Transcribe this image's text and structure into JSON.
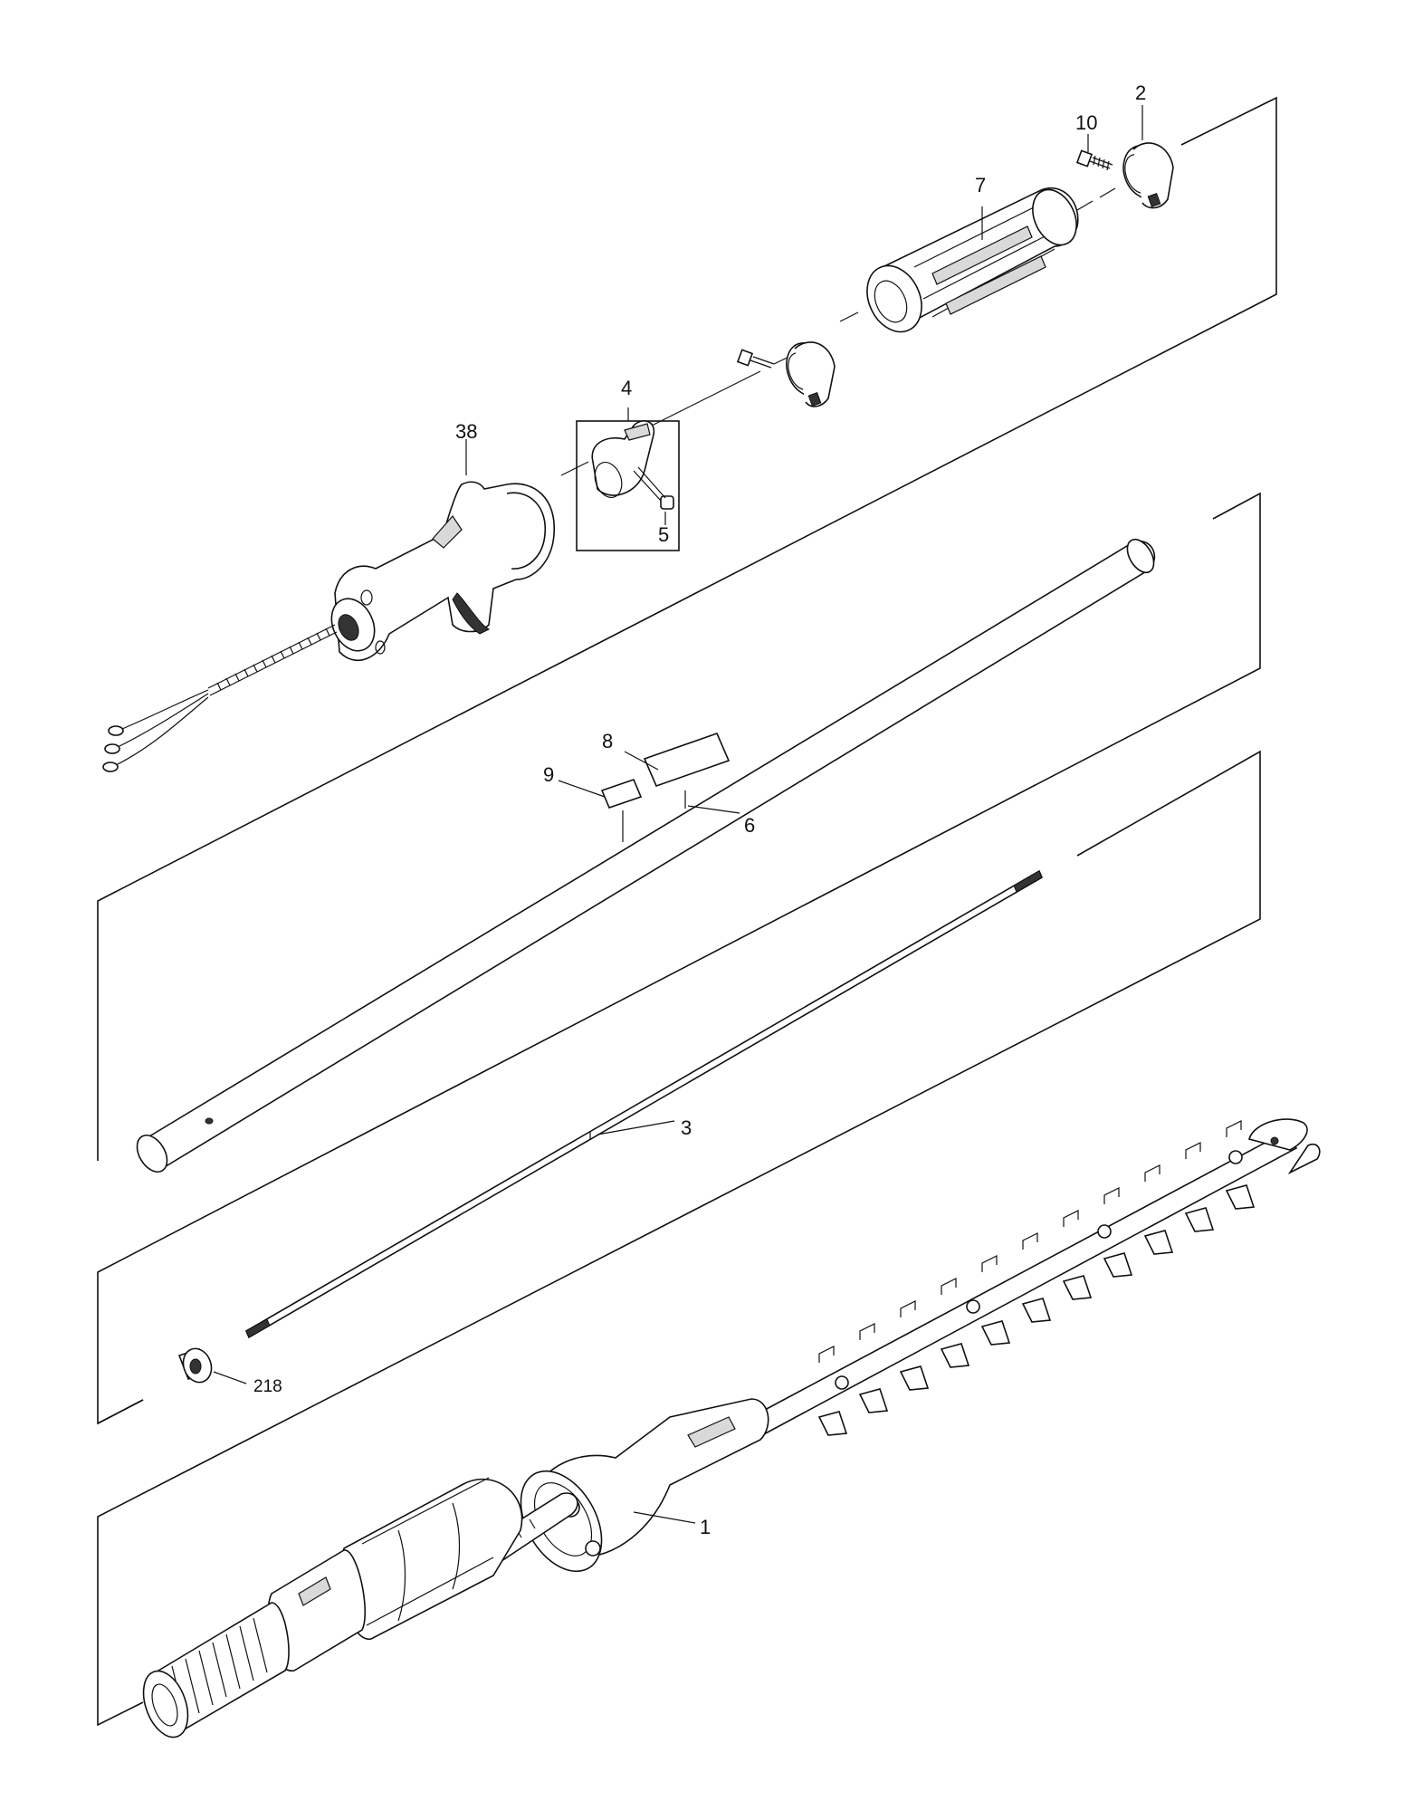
{
  "callouts": [
    {
      "id": "2",
      "label": "2"
    },
    {
      "id": "10",
      "label": "10"
    },
    {
      "id": "7",
      "label": "7"
    },
    {
      "id": "4",
      "label": "4"
    },
    {
      "id": "5",
      "label": "5"
    },
    {
      "id": "38",
      "label": "38"
    },
    {
      "id": "8",
      "label": "8"
    },
    {
      "id": "9",
      "label": "9"
    },
    {
      "id": "6",
      "label": "6"
    },
    {
      "id": "3",
      "label": "3"
    },
    {
      "id": "218",
      "label": "218"
    },
    {
      "id": "1",
      "label": "1"
    }
  ]
}
